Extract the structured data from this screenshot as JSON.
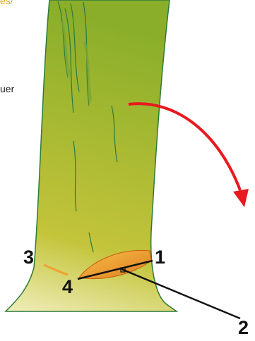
{
  "text_fragments": {
    "top_left": "es/",
    "left": "uer"
  },
  "callouts": [
    "1",
    "2",
    "3",
    "4"
  ],
  "colors": {
    "trunk_light": "#f0eebb",
    "trunk_mid": "#c3c43a",
    "trunk_dark": "#8aae2a",
    "trunk_outline": "#2e7a3a",
    "bark_grooves": "#7aa634",
    "notch_cut": "#f0a030",
    "fall_arrow": "#e8191f",
    "fragment_accent": "#f39c12"
  },
  "icons": [
    "tree-trunk-illustration",
    "fall-direction-arrow"
  ]
}
